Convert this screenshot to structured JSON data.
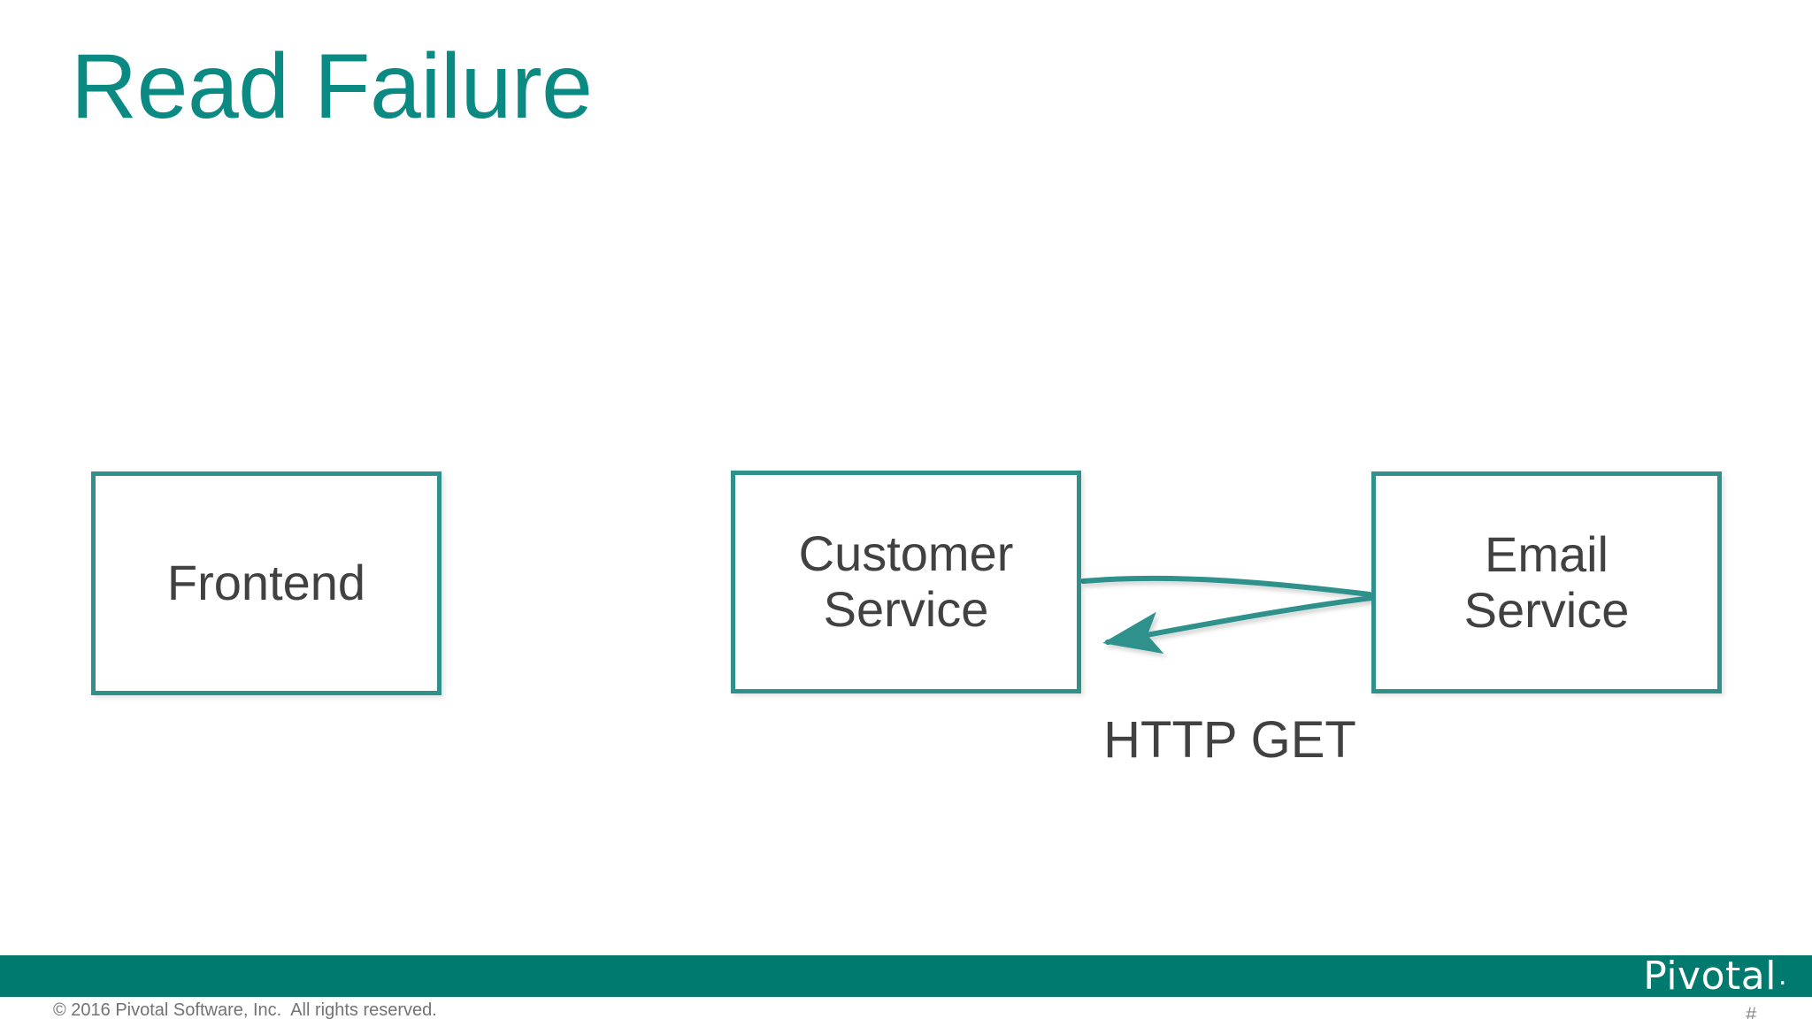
{
  "slide": {
    "title": "Read Failure",
    "background_color": "#ffffff",
    "title_color": "#0b8a84"
  },
  "diagram": {
    "type": "flow",
    "accent_color": "#2e918c",
    "node_text_color": "#414141",
    "nodes": [
      {
        "id": "frontend",
        "label": "Frontend"
      },
      {
        "id": "customer-service",
        "label": "Customer\nService"
      },
      {
        "id": "email-service",
        "label": "Email\nService"
      }
    ],
    "edges": [
      {
        "id": "frontend-to-customer",
        "from": "frontend",
        "to": "customer-service",
        "style": "straight-arrow",
        "label": ""
      },
      {
        "id": "customer-to-email",
        "from": "customer-service",
        "to": "email-service",
        "style": "curved-arrow",
        "label": ""
      },
      {
        "id": "email-to-customer",
        "from": "email-service",
        "to": "customer-service",
        "style": "curved-arrow",
        "label": "HTTP GET"
      }
    ],
    "edge_label": "HTTP GET"
  },
  "footer": {
    "bar_color": "#00796e",
    "copyright": "© 2016 Pivotal Software, Inc.  All rights reserved.",
    "logo_text": "Pivotal",
    "logo_dot": ".",
    "page_number": "#"
  }
}
